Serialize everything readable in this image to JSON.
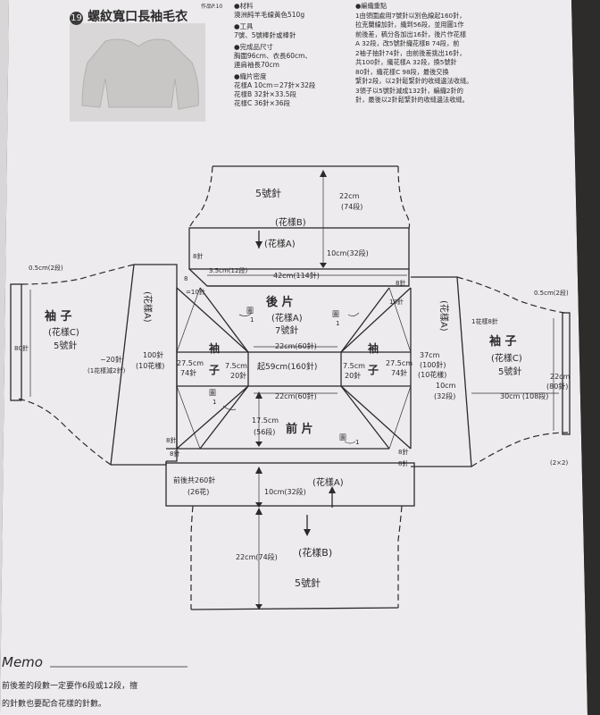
{
  "header": {
    "pattern_no": "19",
    "title": "螺紋寬口長袖毛衣",
    "tag": "作品P.10",
    "materials": {
      "heading": "●材料",
      "value": "澳洲純羊毛線黃色510g"
    },
    "tools": {
      "heading": "●工具",
      "value": "7號、5號棒針或棒針"
    },
    "finished_size": {
      "heading": "●完成品尺寸",
      "line1": "胸圍96cm、衣長60cm、",
      "line2": "連肩袖長70cm"
    },
    "gauge": {
      "heading": "●織片密度",
      "line1": "花樣A 10cm＝27針×32段",
      "line2": "花樣B 32針×33.5段",
      "line3": "花樣C 36針×36段"
    },
    "knitting_points": {
      "heading": "●編織重點",
      "lines": [
        "1由領圍處用7號針以別色線起160針，",
        "拉克蘭線加針，織到56段，並用圖1作",
        "前後差，稿分各加出16針，後片作花樣",
        "A 32段，改5號針織花樣B 74段，前",
        "2袖子抽針74針，由前後差挑出16針，",
        "共100針，織花樣A 32段，換5號針",
        "80針，織花樣C 98段，最後交換",
        "緊針2段，以2針鬆緊針的收縫邊法收縫。",
        "3領子以5號針減成132針，編織2針的",
        "針，最後以2針鬆緊針的收縫邊法收縫。"
      ]
    }
  },
  "diagram": {
    "top_block": {
      "needle": "5號針",
      "dim": "22cm",
      "rows": "(74段)",
      "pattern_b": "(花樣B)"
    },
    "top_band": {
      "pattern_a": "(花樣A)",
      "dim": "10cm(32段)",
      "st_left": "8針",
      "st_right": "8針"
    },
    "shoulder_top": {
      "left_small": "3.5cm(12段)",
      "main": "42cm(114針)"
    },
    "back": {
      "title": "後 片",
      "pattern": "(花樣A)",
      "needle": "7號針",
      "chart": "圖",
      "chart_num": "1",
      "width_top": "22cm(60針)"
    },
    "neck": {
      "cast_on": "起59cm(160針)",
      "width_bottom": "22cm(60針)",
      "side_left_cm": "7.5cm",
      "side_left_st": "20針",
      "side_right_cm": "7.5cm",
      "side_right_st": "20針"
    },
    "front": {
      "title": "前 片",
      "height": "17.5cm",
      "rows": "(56段)",
      "chart": "圖",
      "chart_num": "1"
    },
    "raglan": {
      "left_cm": "27.5cm",
      "left_st": "74針",
      "right_cm": "27.5cm",
      "right_st": "74針",
      "left_label": "袖",
      "left_label2": "子",
      "right_label": "袖",
      "right_label2": "子"
    },
    "left_sleeve": {
      "title": "袖 子",
      "pattern": "(花樣C)",
      "needle": "5號針",
      "pattern_a": "(花樣A)",
      "cuff": "0.5cm(2段)",
      "cuff_st": "80針",
      "dec": "−20針",
      "dec_note": "(1花樣減2針)",
      "width": "100針",
      "rows": "(10花樣)",
      "small_8": "8",
      "small_eq": "=10針",
      "st_8a": "8針",
      "st_8b": "8針"
    },
    "right_sleeve": {
      "title": "袖 子",
      "pattern": "(花樣C)",
      "needle": "5號針",
      "pattern_a": "(花樣A)",
      "cuff": "0.5cm(2段)",
      "one_pattern": "1花樣8針",
      "cm37": "37cm",
      "st100": "(100針)",
      "rep": "(10花樣)",
      "cm10": "10cm",
      "rows32": "(32段)",
      "len": "30cm (108段)",
      "cuff_cm": "22cm",
      "cuff_st": "(80針)",
      "rib": "(2×2)",
      "st_8a": "8針",
      "st_8b": "8針",
      "st_10": "10針"
    },
    "bottom_band": {
      "total": "前後共260針",
      "rep": "(26花)",
      "dim": "10cm(32段)",
      "pattern_a": "(花樣A)",
      "st_left": "8針",
      "st_right": "8針"
    },
    "bottom_block": {
      "pattern_b": "(花樣B)",
      "dim": "22cm(74段)",
      "needle": "5號針"
    }
  },
  "memo": {
    "title": "Memo",
    "line1": "前後差的段數一定要作6段或12段，擅",
    "line2": "的針數也要配合花樣的針數。"
  },
  "colors": {
    "paper": "#eeecee",
    "ink": "#2b2b2b",
    "background": "#3a3836"
  }
}
